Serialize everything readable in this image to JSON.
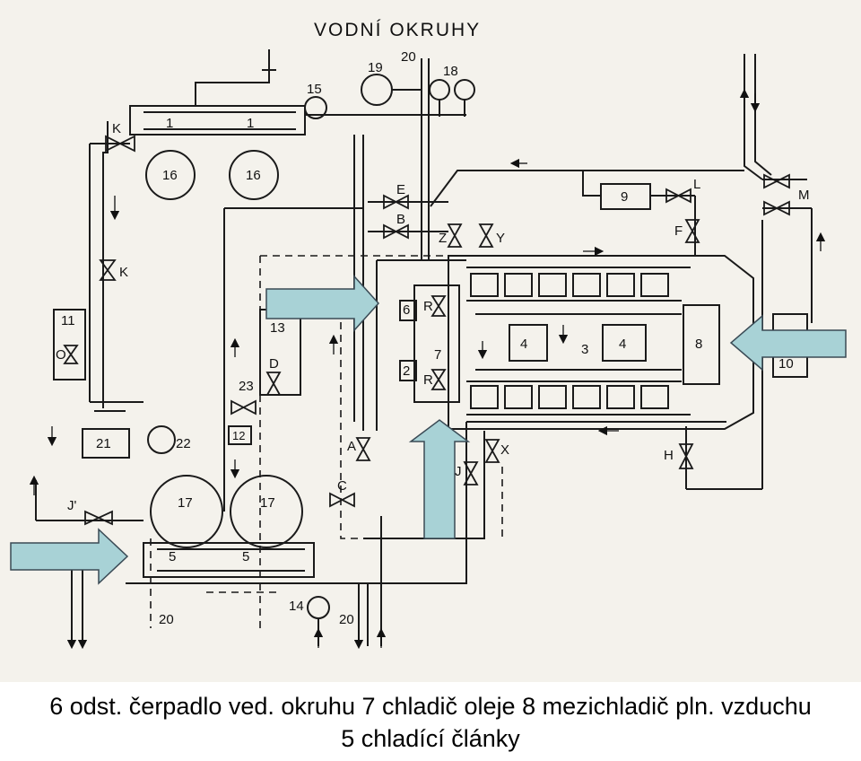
{
  "diagram": {
    "title": "VODNÍ OKRUHY",
    "component_labels": {
      "n1a": "1",
      "n1b": "1",
      "n2": "2",
      "n3": "3",
      "n4a": "4",
      "n4b": "4",
      "n5a": "5",
      "n5b": "5",
      "n6": "6",
      "n7": "7",
      "n8": "8",
      "n9": "9",
      "n10": "10",
      "n11": "11",
      "n12": "12",
      "n13": "13",
      "n14": "14",
      "n15": "15",
      "n16a": "16",
      "n16b": "16",
      "n17a": "17",
      "n17b": "17",
      "n18": "18",
      "n19": "19",
      "n20a": "20",
      "n20b": "20",
      "n20c": "20",
      "n21": "21",
      "n22": "22",
      "n23": "23"
    },
    "valve_labels": {
      "K1": "K",
      "K2": "K",
      "E": "E",
      "B": "B",
      "Z": "Z",
      "Y": "Y",
      "L": "L",
      "F": "F",
      "M": "M",
      "R1": "R",
      "R2": "R",
      "D": "D",
      "A": "A",
      "C": "C",
      "X": "X",
      "J": "J",
      "H": "H",
      "Jp": "J'",
      "O": "O"
    }
  },
  "caption": {
    "line1": "6 odst. čerpadlo ved. okruhu  7 chladič oleje  8 mezichladič pln. vzduchu",
    "line2": "5 chladící články"
  },
  "colors": {
    "arrow_fill": "#a8d2d6",
    "arrow_stroke": "#3a4a55",
    "line": "#1a1a1a",
    "paper": "#f4f2ec"
  }
}
